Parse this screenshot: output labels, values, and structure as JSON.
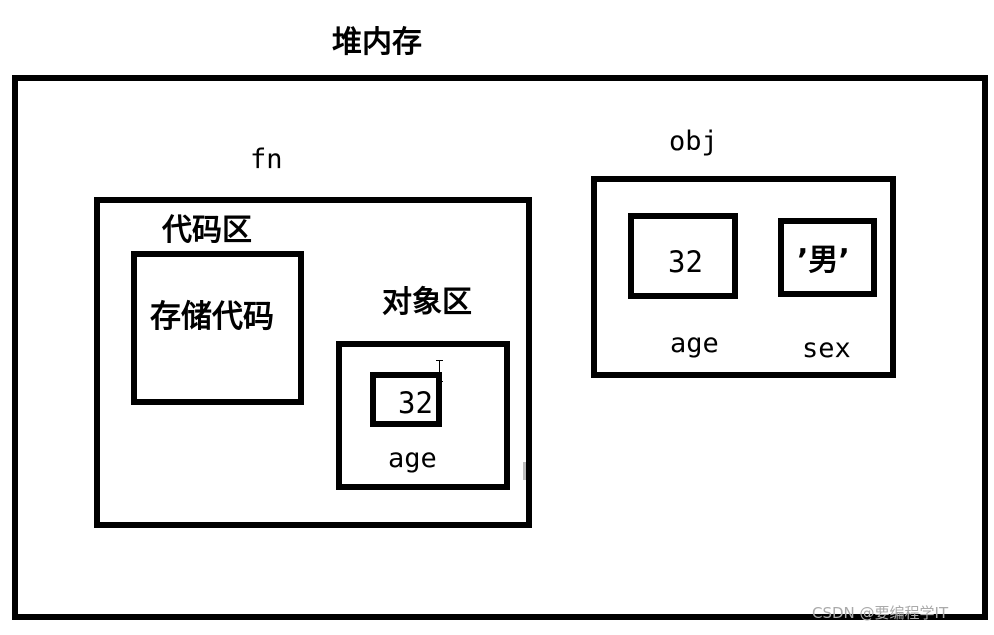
{
  "heap": {
    "title": "堆内存"
  },
  "fn": {
    "label": "fn",
    "code_area": {
      "label": "代码区",
      "content": "存储代码"
    },
    "object_area": {
      "label": "对象区",
      "age_value": "32",
      "age_key": "age"
    }
  },
  "obj": {
    "label": "obj",
    "age_value": "32",
    "age_key": "age",
    "sex_value": "’男’",
    "sex_key": "sex"
  },
  "watermark": "CSDN @要编程学IT"
}
